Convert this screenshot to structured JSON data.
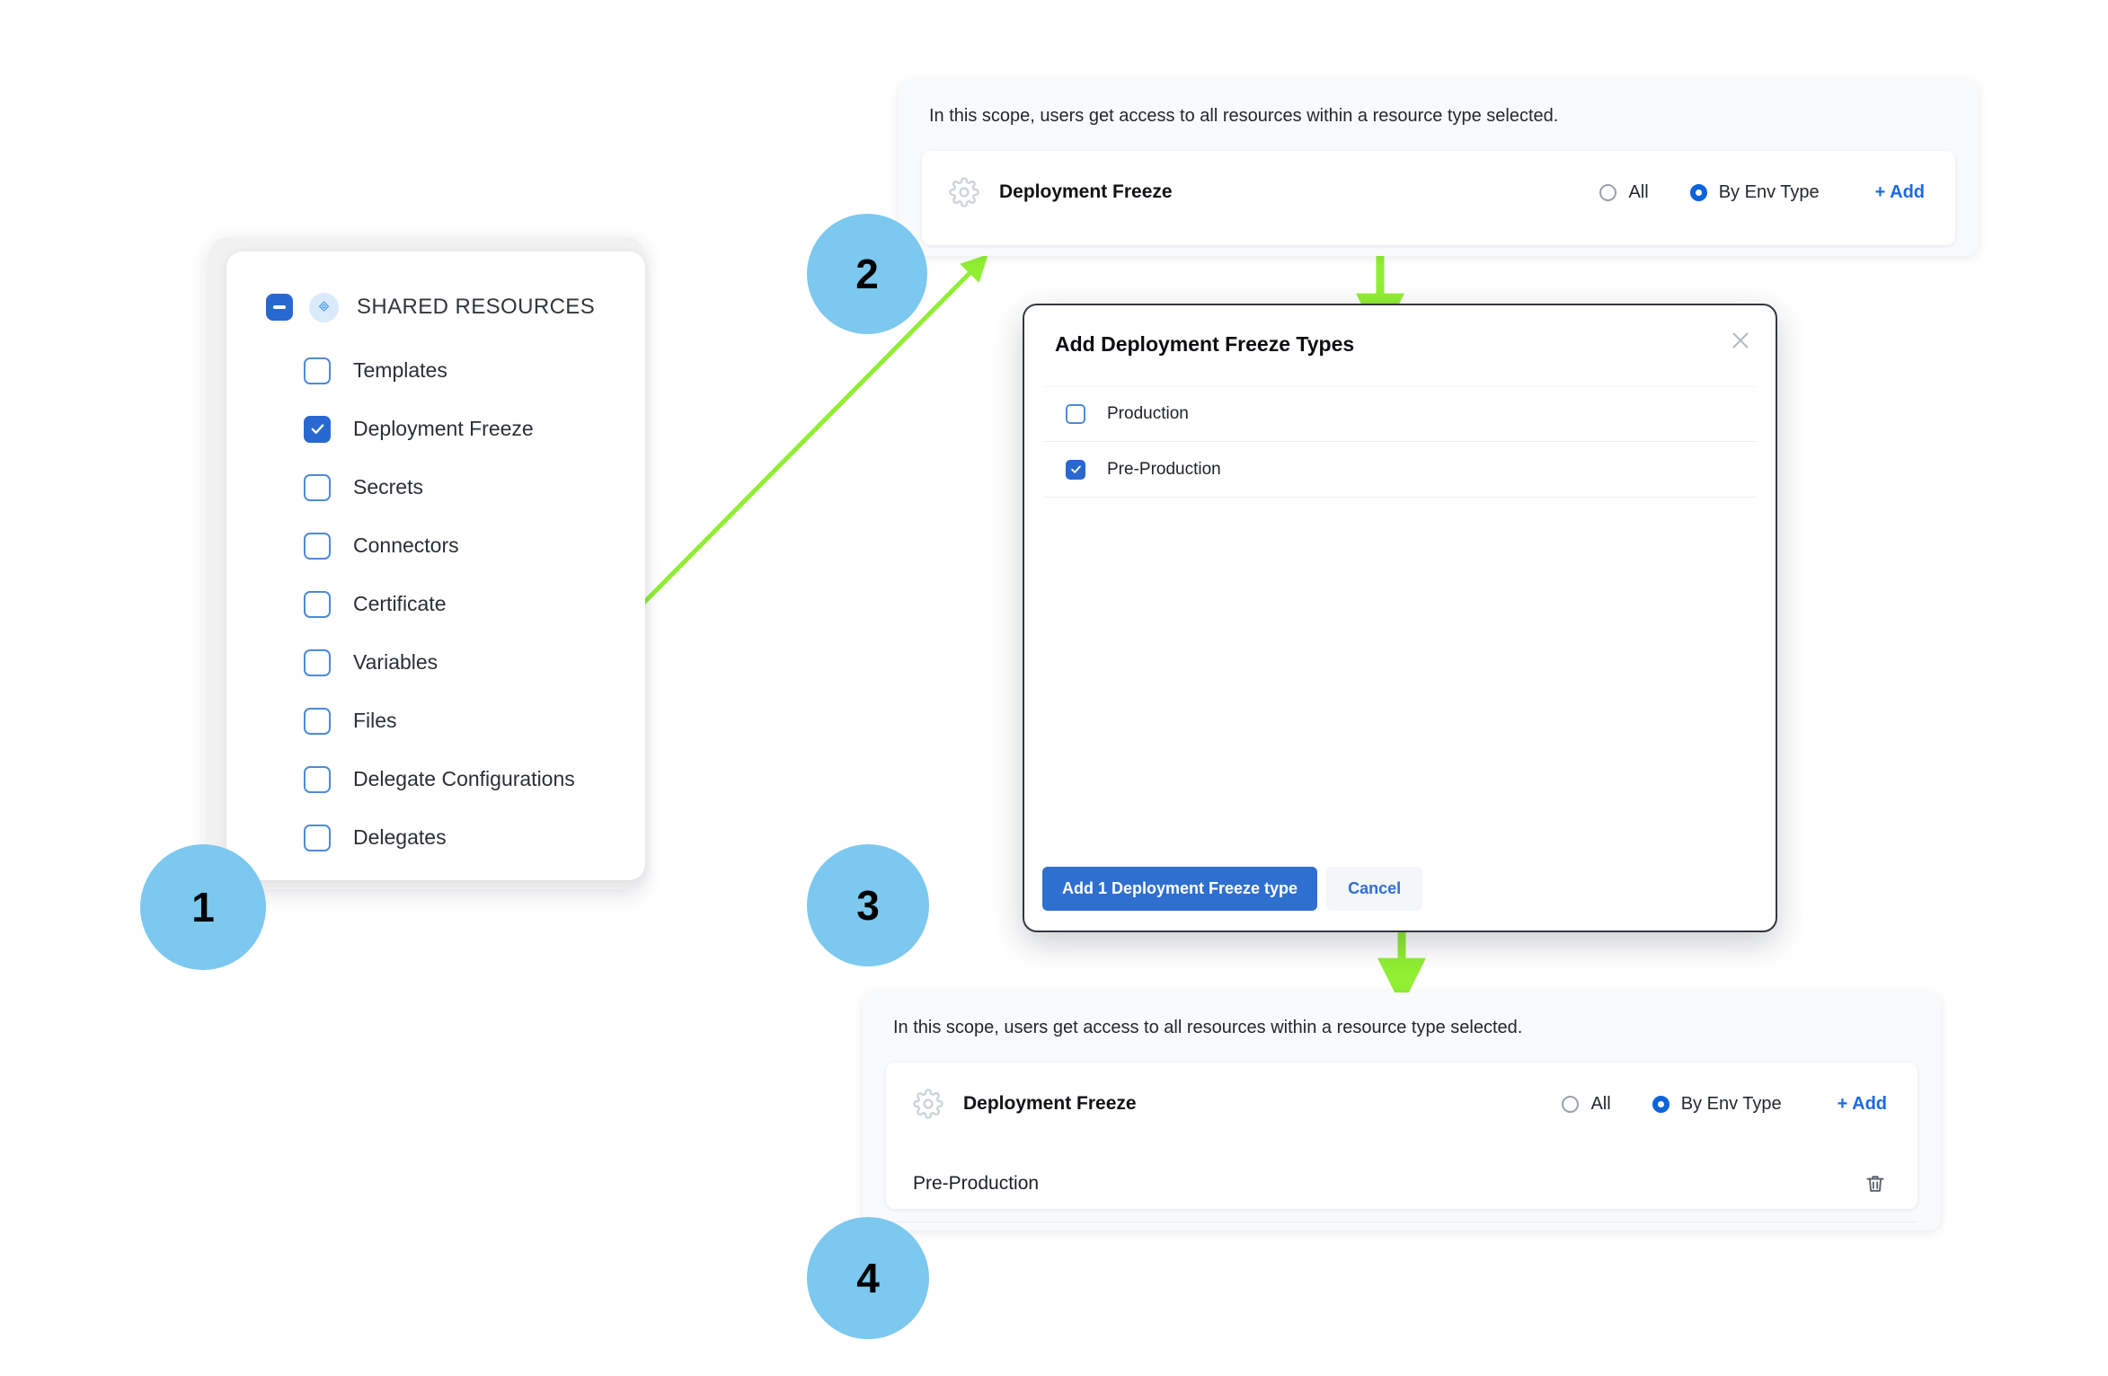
{
  "steps": [
    {
      "n": "1",
      "color": "#7cc8ef"
    },
    {
      "n": "2",
      "color": "#7cc8ef"
    },
    {
      "n": "3",
      "color": "#7cc8ef"
    },
    {
      "n": "4",
      "color": "#7cc8ef"
    }
  ],
  "colors": {
    "accent_blue": "#2968d1",
    "link_blue": "#1d6ae0",
    "arrow_green": "#90ee33",
    "step_circle": "#7cc8ef"
  },
  "sidebar": {
    "header_label": "SHARED RESOURCES",
    "header_checkbox_state": "indeterminate",
    "items": [
      {
        "label": "Templates",
        "checked": false
      },
      {
        "label": "Deployment Freeze",
        "checked": true
      },
      {
        "label": "Secrets",
        "checked": false
      },
      {
        "label": "Connectors",
        "checked": false
      },
      {
        "label": "Certificate",
        "checked": false
      },
      {
        "label": "Variables",
        "checked": false
      },
      {
        "label": "Files",
        "checked": false
      },
      {
        "label": "Delegate Configurations",
        "checked": false
      },
      {
        "label": "Delegates",
        "checked": false
      }
    ]
  },
  "scope_panel_top": {
    "description": "In this scope, users get access to all resources within a resource type selected.",
    "resource_name": "Deployment Freeze",
    "option_all": "All",
    "option_by_env_type": "By Env Type",
    "selected_option": "By Env Type",
    "add_label": "+ Add",
    "env_rows": []
  },
  "scope_panel_bottom": {
    "description": "In this scope, users get access to all resources within a resource type selected.",
    "resource_name": "Deployment Freeze",
    "option_all": "All",
    "option_by_env_type": "By Env Type",
    "selected_option": "By Env Type",
    "add_label": "+ Add",
    "env_rows": [
      {
        "name": "Pre-Production"
      }
    ]
  },
  "modal": {
    "title": "Add Deployment Freeze Types",
    "close_icon": "close-icon",
    "options": [
      {
        "label": "Production",
        "checked": false
      },
      {
        "label": "Pre-Production",
        "checked": true
      }
    ],
    "primary_button": "Add 1 Deployment Freeze type",
    "cancel_button": "Cancel"
  }
}
